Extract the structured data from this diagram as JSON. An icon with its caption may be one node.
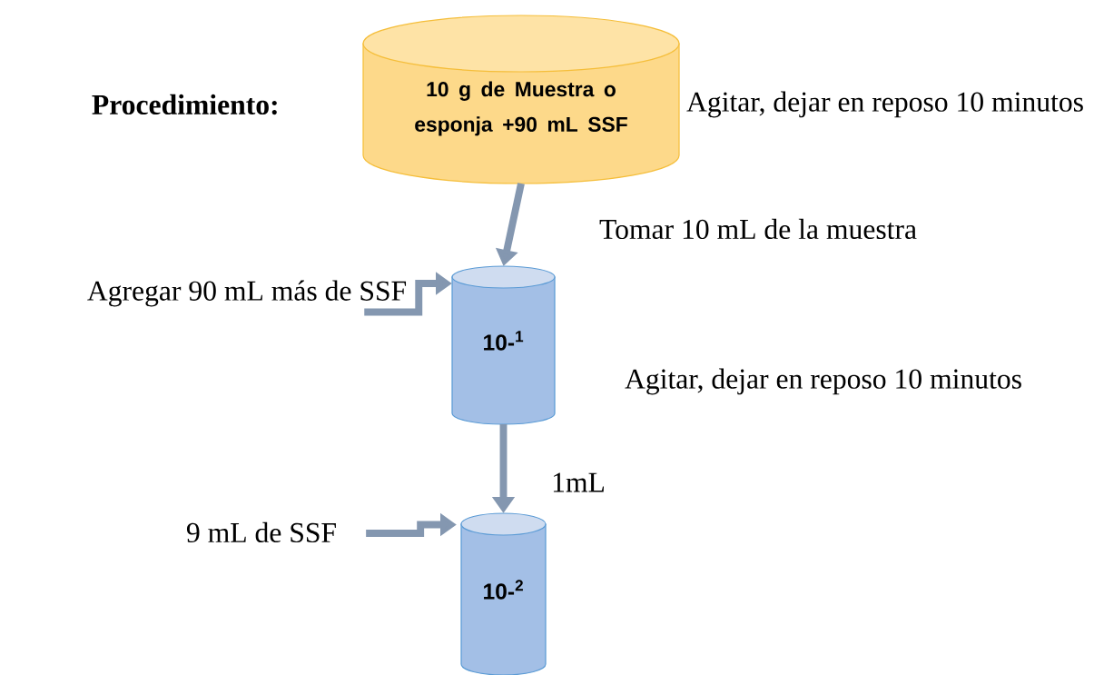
{
  "diagram": {
    "nodes": [
      {
        "text": [
          "10 g de Muestra o esponja +90 mL SSF"
        ],
        "beside": [
          "Agitar, dejar en reposo 10 minutos"
        ]
      },
      {
        "text": [
          "10-$^{1}$"
        ],
        "beside": [
          "Agitar, dejar en reposo 10 minutos"
        ]
      },
      {
        "text": [
          "10-$^{2}$"
        ]
      },
      {
        "text": [
          "Agregar 90 mL más de SSF"
        ]
      },
      {
        "text": [
          "9 mL de SSF"
        ]
      }
    ],
    "edges": [
      {
        "from": 0,
        "to": 1,
        "arrow": "to",
        "label": "Tomar 10 mL de la muestra"
      },
      {
        "from": 1,
        "to": 2,
        "arrow": "to",
        "label": "1mL"
      },
      {
        "from": 3,
        "to": 1,
        "arrow": "to"
      },
      {
        "from": 4,
        "to": 2,
        "arrow": "to"
      }
    ],
    "labels": [
      "Procedimiento:"
    ]
  }
}
